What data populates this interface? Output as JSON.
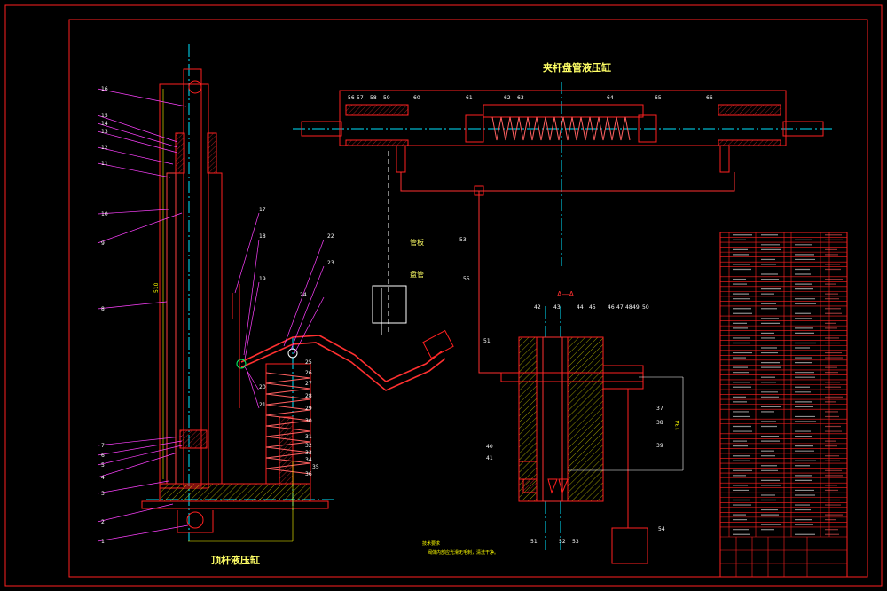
{
  "titles": {
    "left": "顶杆液压缸",
    "top": "夹杆盘管液压缸",
    "section": "A—A"
  },
  "labels": {
    "tube_plate": "管板",
    "coil": "盘管",
    "dim_510": "510",
    "dim_134": "134"
  },
  "notes": {
    "line1": "技术要求",
    "line2": "阀体内部应光滑无毛刺，清洗干净。"
  },
  "left_part_numbers": [
    "16",
    "15",
    "14",
    "13",
    "12",
    "11",
    "10",
    "9",
    "8",
    "7",
    "6",
    "5",
    "4",
    "3",
    "2",
    "1"
  ],
  "mid_part_numbers": [
    "17",
    "18",
    "19",
    "20",
    "21",
    "22",
    "23",
    "24",
    "25",
    "26",
    "27",
    "28",
    "29",
    "30",
    "31",
    "32",
    "33",
    "34",
    "35",
    "36"
  ],
  "top_part_numbers": [
    "51",
    "53",
    "55",
    "56",
    "57",
    "58",
    "59",
    "60",
    "61",
    "62",
    "63",
    "64",
    "65",
    "66"
  ],
  "section_part_numbers": [
    "42",
    "43",
    "44",
    "45",
    "46",
    "47",
    "48",
    "49",
    "50",
    "37",
    "38",
    "39",
    "40",
    "41",
    "51",
    "52",
    "53",
    "54"
  ],
  "colors": {
    "background": "#000000",
    "frame": "#ff2020",
    "outline": "#ff2020",
    "centerline": "#00e5ff",
    "leader": "#ff40ff",
    "label": "#ffffff",
    "title": "#ffff66",
    "hatch": "#ffff00",
    "spring": "#ff6060"
  }
}
